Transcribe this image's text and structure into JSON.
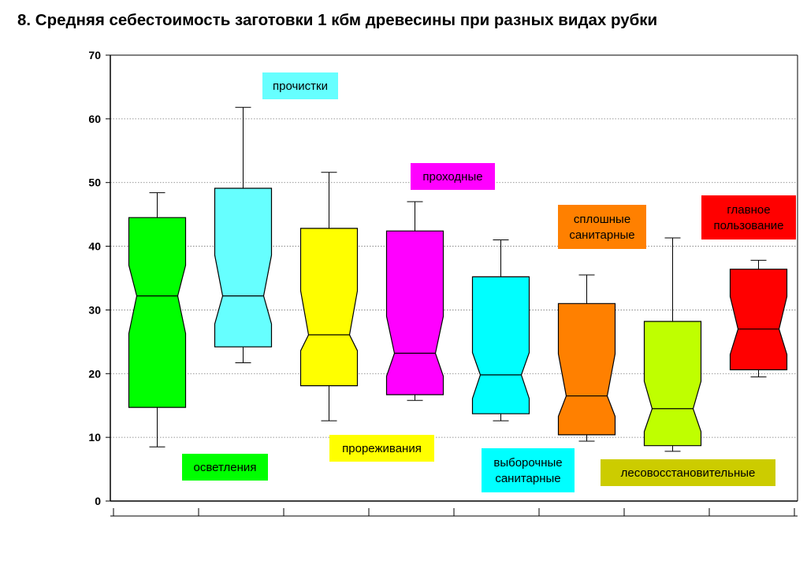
{
  "chart_data": {
    "type": "box",
    "notched": true,
    "title": "8. Средняя себестоимость заготовки 1 кбм древесины при разных видах рубки",
    "xlabel": "",
    "ylabel": "",
    "ylim": [
      0,
      70
    ],
    "yticks": [
      0,
      10,
      20,
      30,
      40,
      50,
      60,
      70
    ],
    "grid": "horizontal-dotted",
    "legend": "none",
    "series": [
      {
        "label": [
          "осветления"
        ],
        "color": "#00ff00",
        "label_position": "below",
        "whisker_low": 8.5,
        "q1": 14.7,
        "median": 32.2,
        "q3": 44.5,
        "whisker_high": 48.4,
        "notch_low": 26.3,
        "notch_high": 37.0
      },
      {
        "label": [
          "прочистки"
        ],
        "color": "#66ffff",
        "label_position": "above",
        "whisker_low": 21.7,
        "q1": 24.2,
        "median": 32.2,
        "q3": 49.1,
        "whisker_high": 61.8,
        "notch_low": 27.8,
        "notch_high": 38.6
      },
      {
        "label": [
          "прореживания"
        ],
        "color": "#ffff00",
        "label_position": "below",
        "whisker_low": 12.6,
        "q1": 18.1,
        "median": 26.1,
        "q3": 42.8,
        "whisker_high": 51.6,
        "notch_low": 23.6,
        "notch_high": 33.0
      },
      {
        "label": [
          "проходные"
        ],
        "color": "#ff00ff",
        "label_position": "above",
        "whisker_low": 15.8,
        "q1": 16.7,
        "median": 23.2,
        "q3": 42.4,
        "whisker_high": 47.0,
        "notch_low": 19.6,
        "notch_high": 29.0
      },
      {
        "label": [
          "выборочные",
          "санитарные"
        ],
        "color": "#00ffff",
        "label_position": "below",
        "whisker_low": 12.6,
        "q1": 13.7,
        "median": 19.8,
        "q3": 35.2,
        "whisker_high": 41.0,
        "notch_low": 16.1,
        "notch_high": 23.3
      },
      {
        "label": [
          "сплошные",
          "санитарные"
        ],
        "color": "#ff8000",
        "label_position": "above",
        "whisker_low": 9.4,
        "q1": 10.4,
        "median": 16.5,
        "q3": 31.0,
        "whisker_high": 35.5,
        "notch_low": 13.3,
        "notch_high": 23.1
      },
      {
        "label": [
          "лесовосстановительные"
        ],
        "color": "#bfff00",
        "label_bg": "#cccc00",
        "label_position": "below",
        "whisker_low": 7.8,
        "q1": 8.7,
        "median": 14.5,
        "q3": 28.2,
        "whisker_high": 41.3,
        "notch_low": 10.9,
        "notch_high": 18.8
      },
      {
        "label": [
          "главное",
          "пользование"
        ],
        "color": "#ff0000",
        "label_position": "above",
        "whisker_low": 19.5,
        "q1": 20.6,
        "median": 27.0,
        "q3": 36.4,
        "whisker_high": 37.8,
        "notch_low": 23.0,
        "notch_high": 32.1
      }
    ]
  }
}
